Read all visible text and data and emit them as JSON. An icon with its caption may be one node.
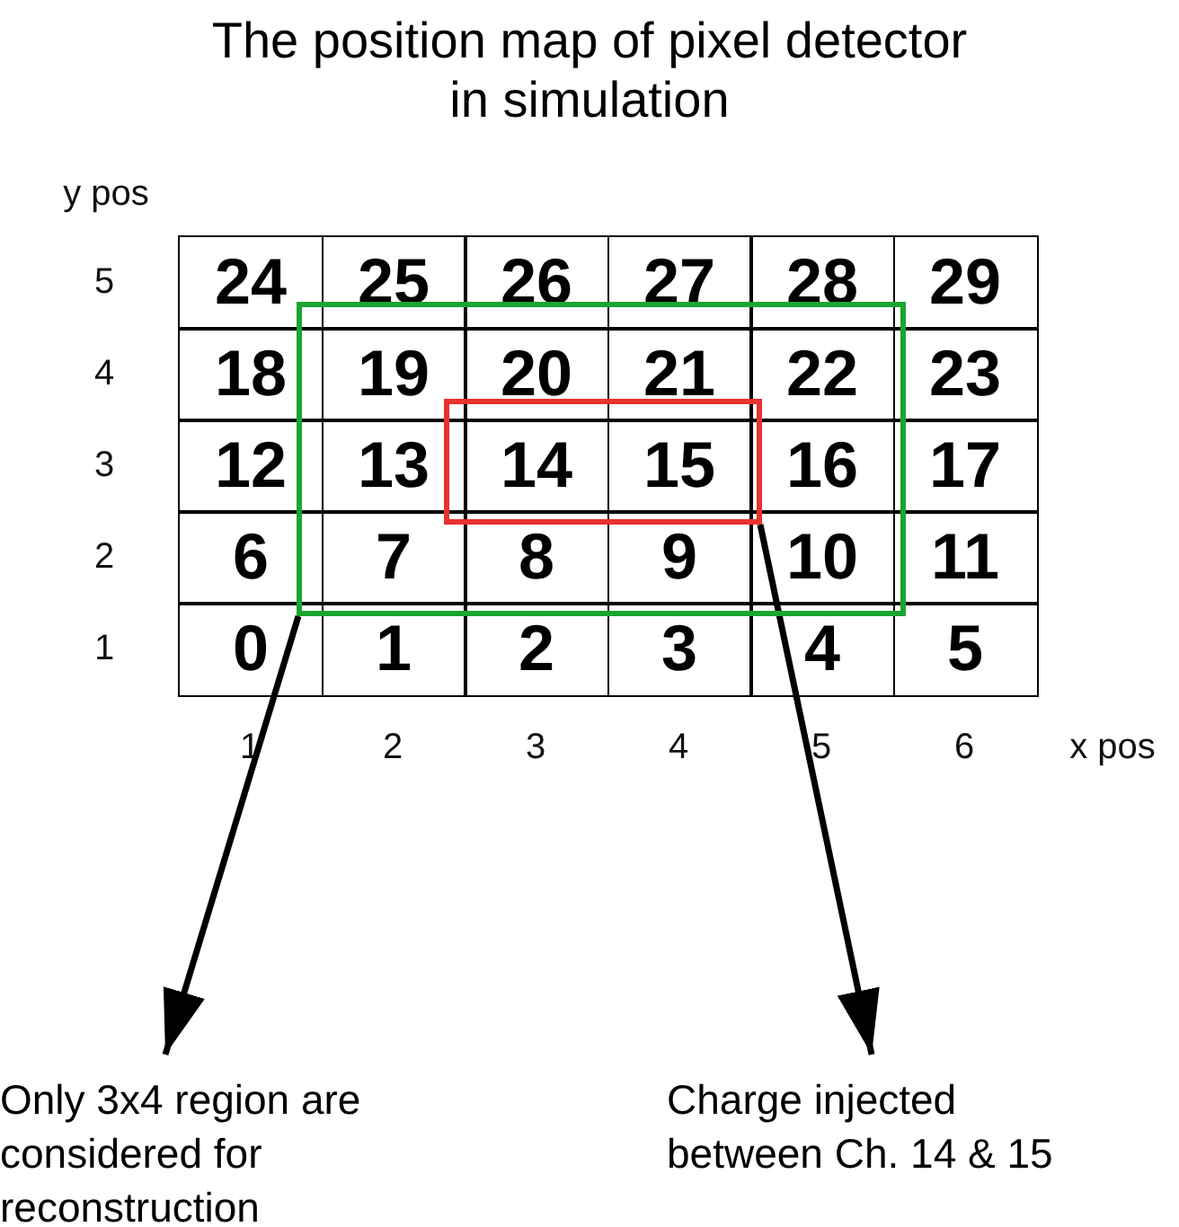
{
  "diagram": {
    "title": "The position map of pixel detector in simulation",
    "nodes": [
      {
        "text": [],
        "shape": "box"
      },
      {
        "text": [],
        "shape": "box",
        "in": 0
      },
      {
        "text": [
          "Only 3x4 region are considered for reconstruction"
        ]
      },
      {
        "text": [
          "Charge injected between Ch. 14 & 15"
        ]
      }
    ],
    "edges": [
      {
        "from": 0,
        "to": 2,
        "arrow": "to"
      },
      {
        "from": 1,
        "to": 3,
        "arrow": "to"
      }
    ],
    "labels": [
      "y pos",
      "5",
      "24",
      "25",
      "26",
      "27",
      "28",
      "29",
      "4",
      "18",
      "19",
      "20",
      "21",
      "22",
      "23",
      "3",
      "12",
      "13",
      "14",
      "15",
      "16",
      "17",
      "2",
      "6",
      "7",
      "8",
      "9",
      "10",
      "11",
      "1",
      "0",
      "1",
      "2",
      "3",
      "4",
      "5",
      "1",
      "2",
      "3",
      "4",
      "5",
      "6",
      "x pos"
    ]
  }
}
